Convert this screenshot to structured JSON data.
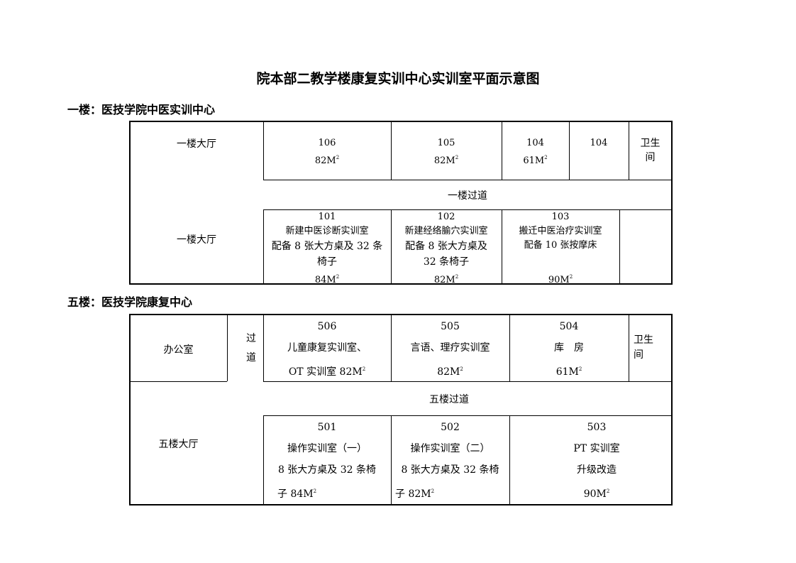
{
  "title": "院本部二教学楼康复实训中心实训室平面示意图",
  "floor1": {
    "heading": "一楼：医技学院中医实训中心",
    "hall_top": "一楼大厅",
    "hall_bottom": "一楼大厅",
    "corridor": "一楼过道",
    "rooms_top": [
      {
        "no": "106",
        "area": "82M",
        "sup": "2"
      },
      {
        "no": "105",
        "area": "82M",
        "sup": "2"
      },
      {
        "no": "104",
        "area": "61M",
        "sup": "2"
      },
      {
        "no": "104"
      },
      {
        "no": "卫生",
        "no2": "间"
      }
    ],
    "rooms_bottom": [
      {
        "no": "101",
        "name": "新建中医诊断实训室",
        "equip": "配备 8 张大方桌及 32 条",
        "equip2": "椅子",
        "area": "84M",
        "sup": "2"
      },
      {
        "no": "102",
        "name": "新建经络腧穴实训室",
        "equip": "配备 8 张大方桌及",
        "equip2": "32 条椅子",
        "area": "82M",
        "sup": "2"
      },
      {
        "no": "103",
        "name": "搬迁中医治疗实训室",
        "equip": "配备 10 张按摩床",
        "area": "90M",
        "sup": "2"
      }
    ]
  },
  "floor5": {
    "heading": "五楼：医技学院康复中心",
    "office": "办公室",
    "passage1": "过",
    "passage2": "道",
    "hall": "五楼大厅",
    "corridor": "五楼过道",
    "rooms_top": [
      {
        "no": "506",
        "name": "儿童康复实训室、",
        "area": "OT 实训室 82M",
        "sup": "2"
      },
      {
        "no": "505",
        "name": "言语、理疗实训室",
        "area": "82M",
        "sup": "2"
      },
      {
        "no": "504",
        "name": "库　房",
        "area": "61M",
        "sup": "2"
      },
      {
        "no": "卫生",
        "no2": "间"
      }
    ],
    "rooms_bottom": [
      {
        "no": "501",
        "name": "操作实训室（一）",
        "equip": "8 张大方桌及 32 条椅",
        "area": "子 84M",
        "sup": "2"
      },
      {
        "no": "502",
        "name": "操作实训室（二）",
        "equip": "8 张大方桌及 32 条椅",
        "area": "子 82M",
        "sup": "2"
      },
      {
        "no": "503",
        "name": "PT 实训室",
        "equip": "升级改造",
        "area": "90M",
        "sup": "2"
      }
    ]
  }
}
